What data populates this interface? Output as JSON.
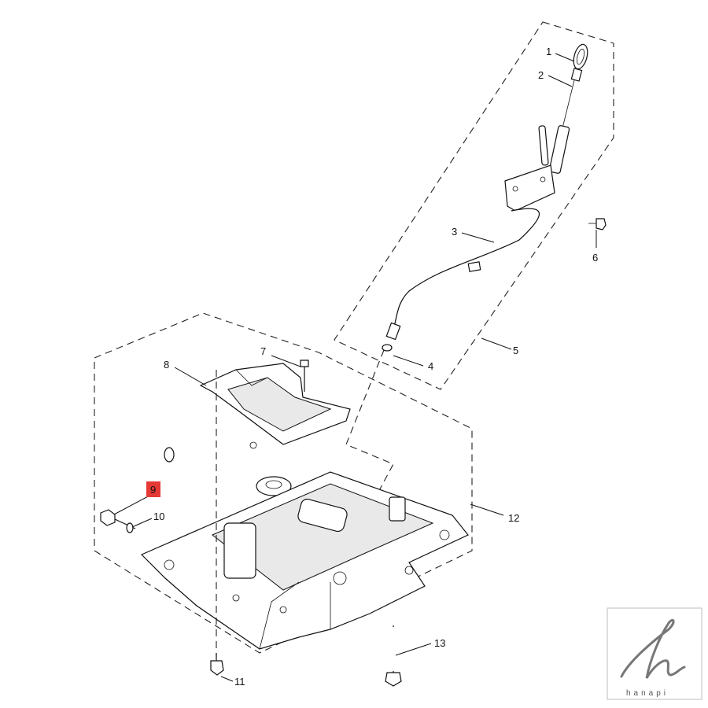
{
  "callouts": [
    {
      "id": "1",
      "label": "1"
    },
    {
      "id": "2",
      "label": "2"
    },
    {
      "id": "3",
      "label": "3"
    },
    {
      "id": "4",
      "label": "4"
    },
    {
      "id": "5",
      "label": "5"
    },
    {
      "id": "6",
      "label": "6"
    },
    {
      "id": "7",
      "label": "7"
    },
    {
      "id": "8",
      "label": "8"
    },
    {
      "id": "9",
      "label": "9",
      "highlighted": true
    },
    {
      "id": "10",
      "label": "10"
    },
    {
      "id": "11",
      "label": "11"
    },
    {
      "id": "12",
      "label": "12"
    },
    {
      "id": "13",
      "label": "13"
    }
  ],
  "highlight_color": "#e53935",
  "brand": {
    "wordmark": "hanapi"
  }
}
